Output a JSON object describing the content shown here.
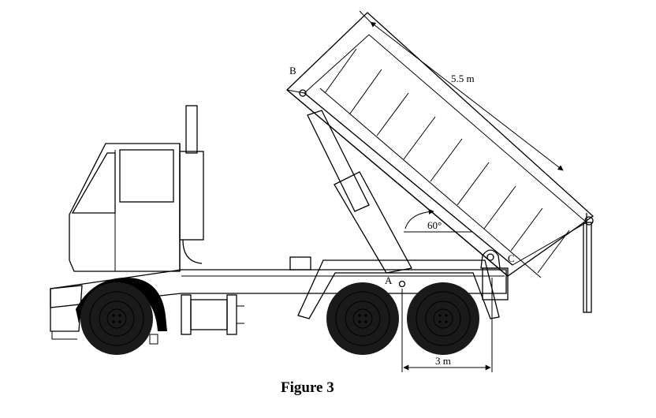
{
  "labels": {
    "point_a": "A",
    "point_b": "B",
    "point_c": "C",
    "bed_length": "5.5 m",
    "tilt_angle": "60°",
    "axle_distance": "3 m"
  },
  "caption": "Figure 3",
  "colors": {
    "cab_fill": "#c8c8c8",
    "tire": "#1a1a1a",
    "tire_rim": "#9a9a9a",
    "line": "#000000"
  }
}
